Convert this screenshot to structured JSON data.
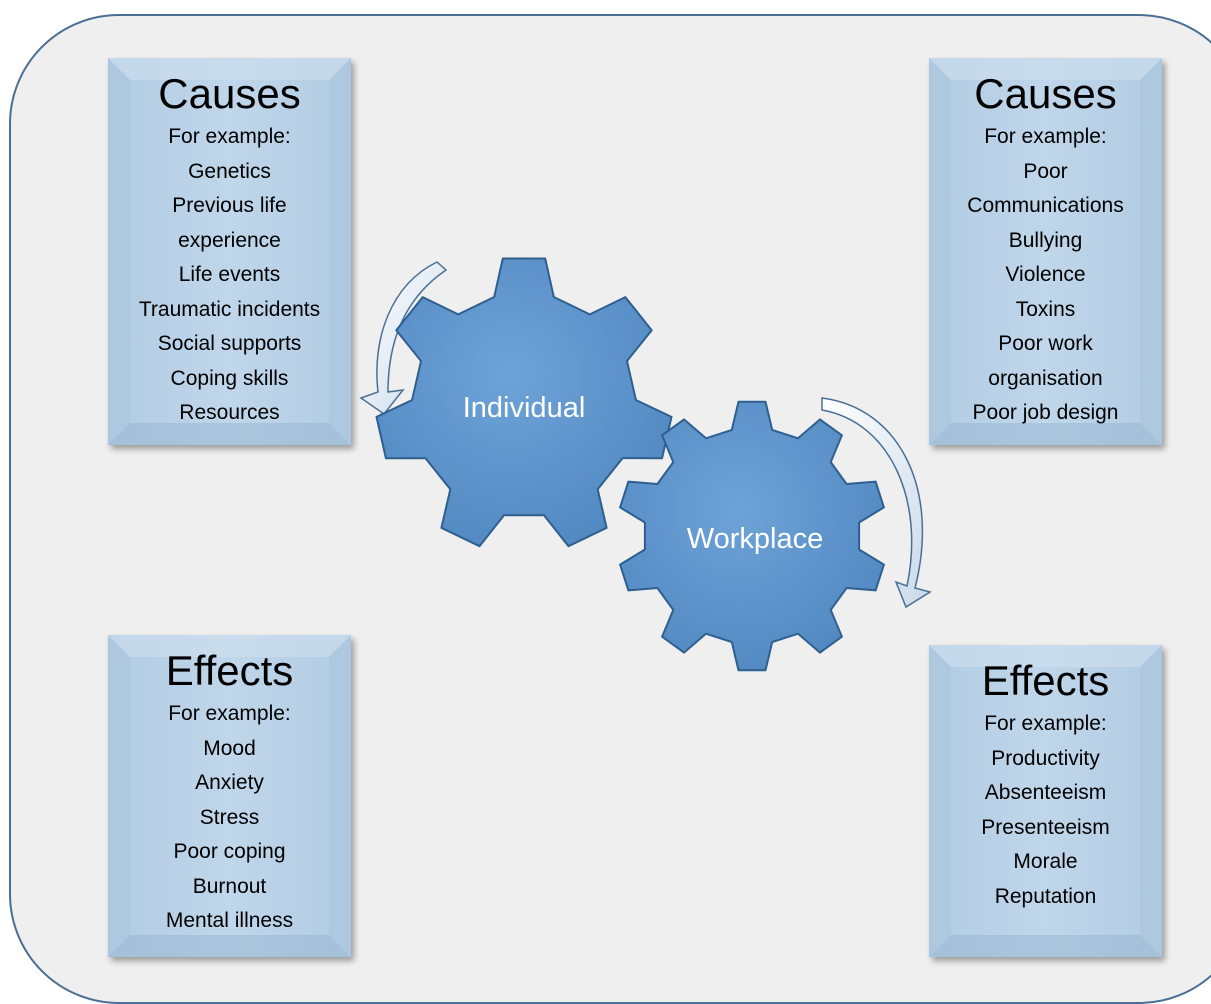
{
  "causes_left": {
    "title": "Causes",
    "items": [
      "For example:",
      "Genetics",
      "Previous life",
      "experience",
      "Life events",
      "Traumatic incidents",
      "Social supports",
      "Coping skills",
      "Resources"
    ]
  },
  "causes_right": {
    "title": "Causes",
    "items": [
      "For example:",
      "Poor",
      "Communications",
      "Bullying",
      "Violence",
      "Toxins",
      "Poor work",
      "organisation",
      "Poor job design"
    ]
  },
  "effects_left": {
    "title": "Effects",
    "items": [
      "For example:",
      "Mood",
      "Anxiety",
      "Stress",
      "Poor coping",
      "Burnout",
      "Mental illness"
    ]
  },
  "effects_right": {
    "title": "Effects",
    "items": [
      "For example:",
      "Productivity",
      "Absenteeism",
      "Presenteeism",
      "Morale",
      "Reputation"
    ]
  },
  "gears": {
    "individual": "Individual",
    "workplace": "Workplace"
  },
  "colors": {
    "gear_fill": "#5b93cc",
    "gear_stroke": "#2f5f8f",
    "panel_fill": "#b8d0e6",
    "frame_stroke": "#4a6f94"
  }
}
